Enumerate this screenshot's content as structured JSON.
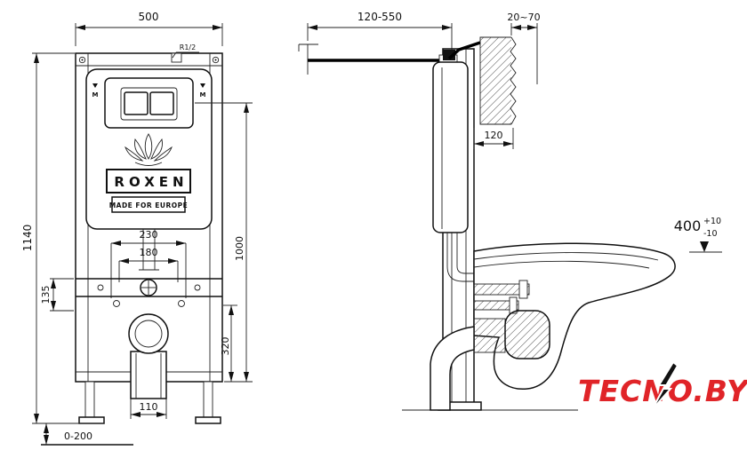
{
  "front_view": {
    "dim_width": "500",
    "dim_height": "1140",
    "thread_label": "R1/2",
    "level_mark_left": "M",
    "level_mark_right": "M",
    "brand": "ROXEN",
    "tagline": "MADE FOR EUROPE",
    "dim_fixing_outer": "230",
    "dim_fixing_inner": "180",
    "dim_plate_height": "1000",
    "dim_bar": "135",
    "dim_outlet_height": "320",
    "dim_drain_width": "110",
    "dim_feet_adjust": "0-200"
  },
  "side_view": {
    "dim_depth_range": "120-550",
    "dim_wall_clearance": "20~70",
    "dim_inlet": "120",
    "dim_rim_height": "400",
    "dim_rim_tol_plus": "+10",
    "dim_rim_tol_minus": "-10"
  },
  "watermark": {
    "brand": "TECNO.BY",
    "color": "#e02428"
  },
  "colors": {
    "line": "#1a1a1a"
  }
}
